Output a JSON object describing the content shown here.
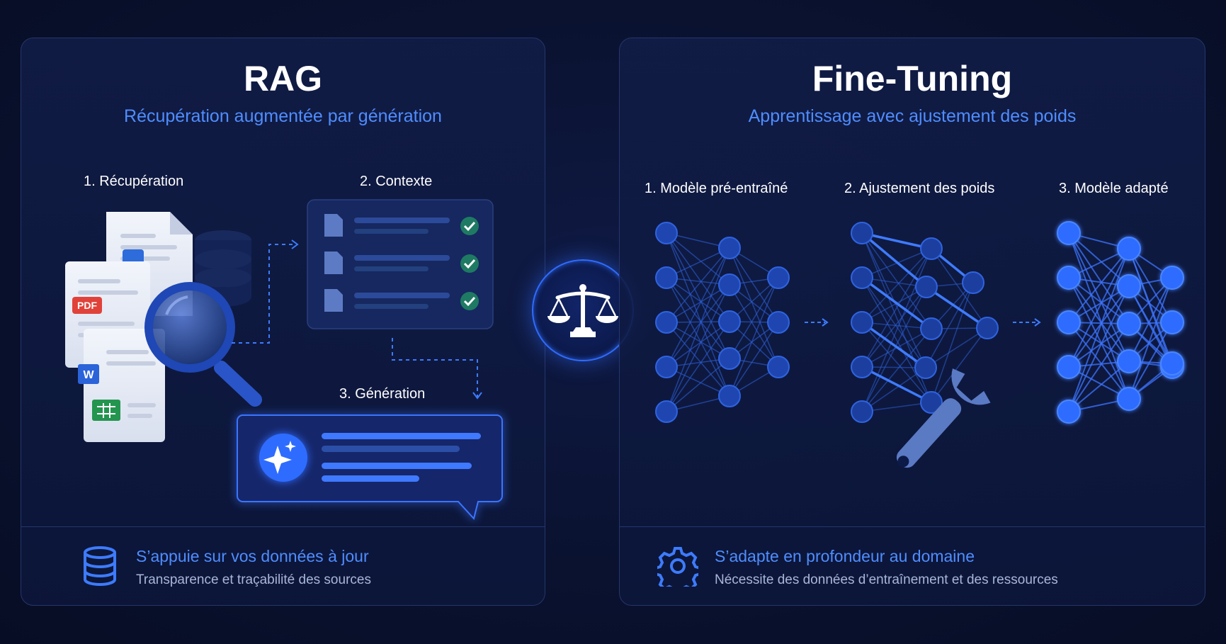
{
  "rag": {
    "title": "RAG",
    "subtitle": "Récupération augmentée par génération",
    "steps": {
      "retrieval": "1. Récupération",
      "context": "2. Contexte",
      "generation": "3. Génération"
    },
    "doc_badges": {
      "pdf": "PDF",
      "word": "W"
    },
    "footer": {
      "title": "S’appuie sur vos données à jour",
      "subtitle": "Transparence et traçabilité des sources"
    }
  },
  "fine_tuning": {
    "title": "Fine-Tuning",
    "subtitle": "Apprentissage avec ajustement des poids",
    "steps": {
      "pretrained": "1. Modèle pré-entraîné",
      "adjust": "2. Ajustement des poids",
      "adapted": "3. Modèle adapté"
    },
    "footer": {
      "title": "S’adapte en profondeur au domaine",
      "subtitle": "Nécessite des données d’entraînement et des ressources"
    }
  },
  "icons": {
    "center": "balance-scale-icon",
    "rag_footer": "database-icon",
    "ft_footer": "gear-icon",
    "check": "check-icon",
    "sparkle": "sparkle-icon",
    "wrench": "wrench-icon",
    "magnifier": "magnifier-icon"
  },
  "colors": {
    "background": "#0a1230",
    "accent": "#4f8dff",
    "node": "#2f6cff",
    "check": "#1f7a63"
  }
}
